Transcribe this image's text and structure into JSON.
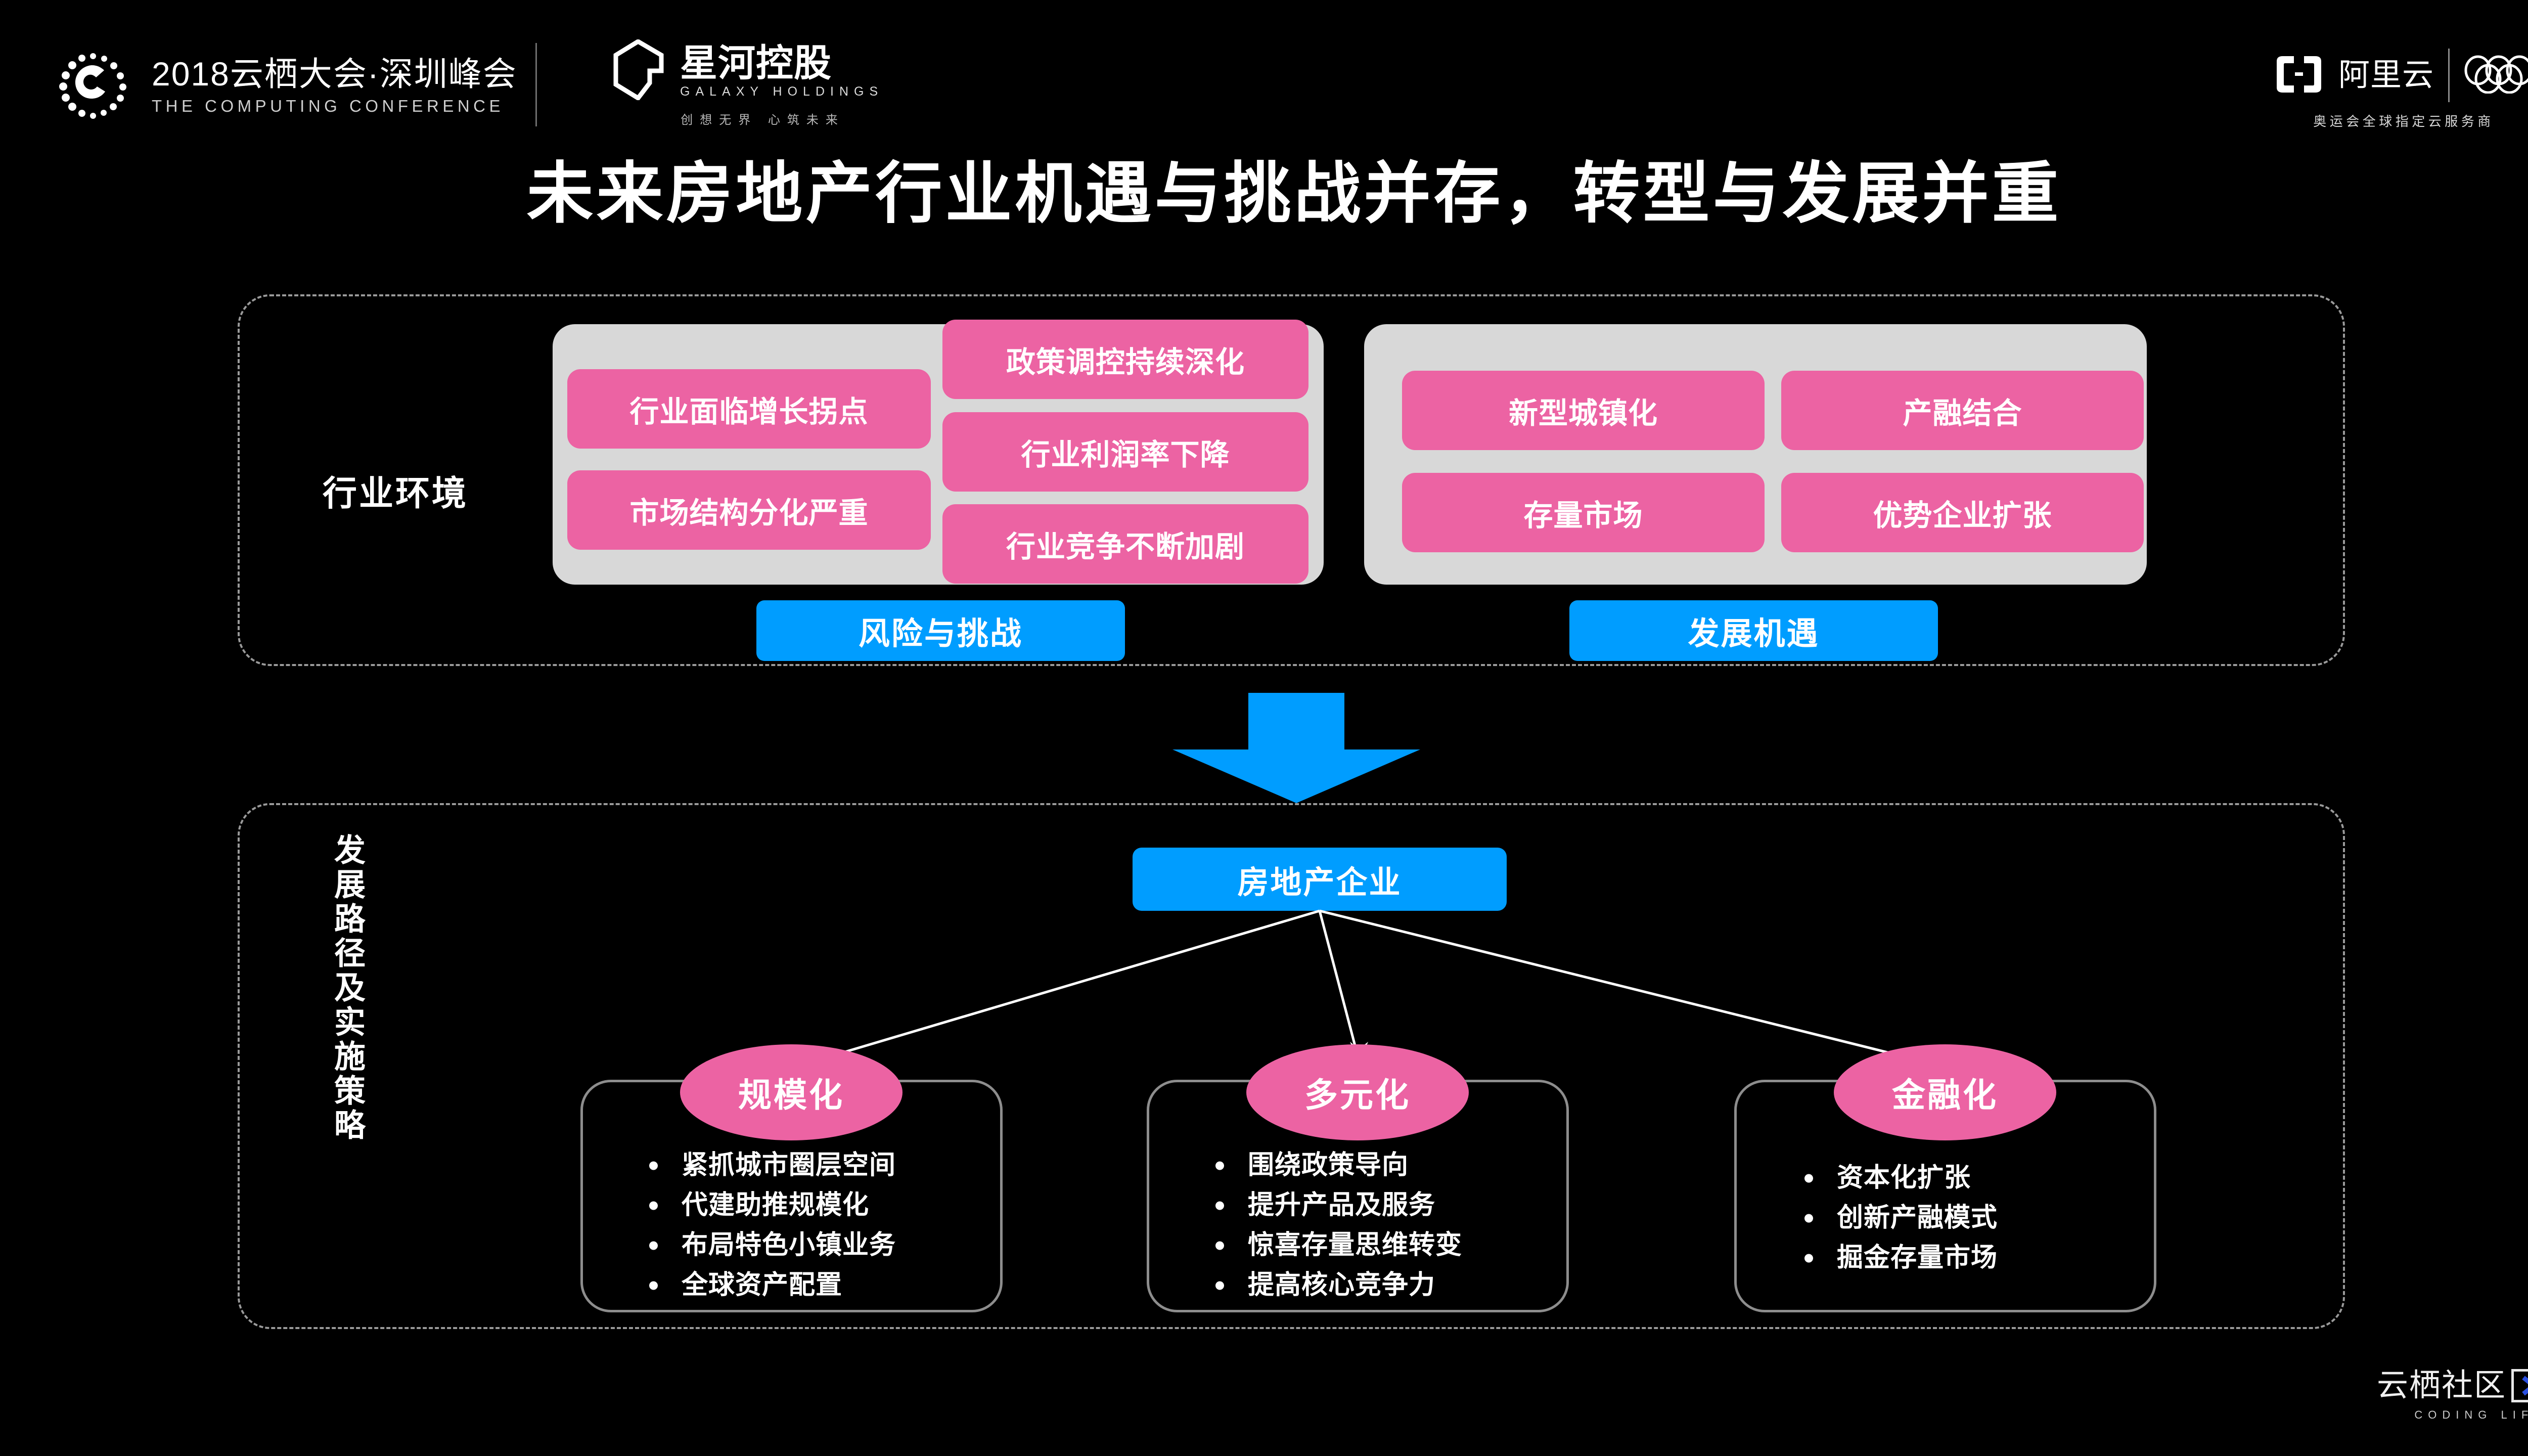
{
  "header": {
    "conference": {
      "cn": "2018云栖大会·深圳峰会",
      "en": "THE COMPUTING CONFERENCE"
    },
    "galaxy": {
      "cn": "星河控股",
      "en": "GALAXY HOLDINGS",
      "slogan": "创想无界  心筑未来"
    },
    "aliyun": {
      "cn": "阿里云",
      "sub": "奥运会全球指定云服务商"
    }
  },
  "title": "未来房地产行业机遇与挑战并存，转型与发展并重",
  "upper": {
    "section_label": "行业环境",
    "risk_group": {
      "banner": "风险与挑战",
      "left_column": [
        "行业面临增长拐点",
        "市场结构分化严重"
      ],
      "right_column": [
        "政策调控持续深化",
        "行业利润率下降",
        "行业竞争不断加剧"
      ]
    },
    "opportunity_group": {
      "banner": "发展机遇",
      "items": [
        "新型城镇化",
        "产融结合",
        "存量市场",
        "优势企业扩张"
      ]
    }
  },
  "lower": {
    "section_label": "发展路径及实施策略",
    "root": "房地产企业",
    "cards": [
      {
        "badge": "规模化",
        "bullets": [
          "紧抓城市圈层空间",
          "代建助推规模化",
          "布局特色小镇业务",
          "全球资产配置"
        ]
      },
      {
        "badge": "多元化",
        "bullets": [
          "围绕政策导向",
          "提升产品及服务",
          "惊喜存量思维转变",
          "提高核心竞争力"
        ]
      },
      {
        "badge": "金融化",
        "bullets": [
          "资本化扩张",
          "创新产融模式",
          "掘金存量市场"
        ]
      }
    ]
  },
  "watermark": {
    "cn": "云栖社区",
    "sub": "CODING LIFE"
  },
  "colors": {
    "background": "#000000",
    "pink": "#ec63a3",
    "blue": "#009dff",
    "gray_box": "#d8d8d8",
    "dashed_border": "#9a9a9a",
    "text_white": "#ffffff"
  }
}
